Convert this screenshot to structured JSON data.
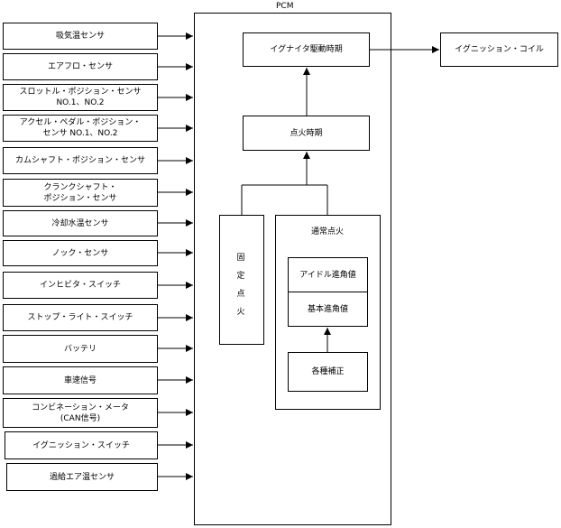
{
  "pcm_label": "PCM",
  "inputs": [
    {
      "lines": [
        "吸気温センサ"
      ]
    },
    {
      "lines": [
        "エアフロ・センサ"
      ]
    },
    {
      "lines": [
        "スロットル・ポジション・センサ",
        "NO.1、NO.2"
      ]
    },
    {
      "lines": [
        "アクセル・ペダル・ポジション・",
        "センサ NO.1、NO.2"
      ]
    },
    {
      "lines": [
        "カムシャフト・ポジション・センサ"
      ]
    },
    {
      "lines": [
        "クランクシャフト・",
        "ポジション・センサ"
      ]
    },
    {
      "lines": [
        "冷却水温センサ"
      ]
    },
    {
      "lines": [
        "ノック・センサ"
      ]
    },
    {
      "lines": [
        "インヒビタ・スイッチ"
      ]
    },
    {
      "lines": [
        "ストップ・ライト・スイッチ"
      ]
    },
    {
      "lines": [
        "バッテリ"
      ]
    },
    {
      "lines": [
        "車速信号"
      ]
    },
    {
      "lines": [
        "コンビネーション・メータ",
        "(CAN信号)"
      ]
    },
    {
      "lines": [
        "イグニッション・スイッチ"
      ]
    },
    {
      "lines": [
        "過給エア温センサ"
      ]
    }
  ],
  "igniter_timing": "イグナイタ駆動時期",
  "ignition_coil": "イグニッション・コイル",
  "ignition_timing": "点火時期",
  "fixed_ignition": [
    "固",
    "定",
    "点",
    "火"
  ],
  "normal_ignition": "通常点火",
  "idle_advance": "アイドル進角値",
  "base_advance": "基本進角値",
  "corrections": "各種補正"
}
